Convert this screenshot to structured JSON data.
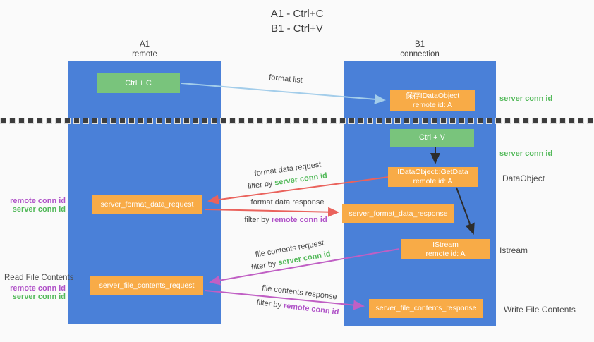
{
  "diagram": {
    "title_line1": "A1 - Ctrl+C",
    "title_line2": "B1 - Ctrl+V"
  },
  "lanes": {
    "left_name": "A1",
    "left_role": "remote",
    "right_name": "B1",
    "right_role": "connection"
  },
  "nodes": {
    "ctrl_c_label": "Ctrl + C",
    "ctrl_v_label": "Ctrl + V",
    "save_obj_line1": "保存IDataObject",
    "save_obj_line2": "remote id: A",
    "getdata_line1": "IDataObject::GetData",
    "getdata_line2": "remote id: A",
    "istream_line1": "IStream",
    "istream_line2": "remote id: A",
    "format_request_label": "server_format_data_request",
    "format_response_label": "server_format_data_response",
    "file_request_label": "server_file_contents_request",
    "file_response_label": "server_file_contents_response"
  },
  "annotations": {
    "server_conn_id_right_top": "server conn id",
    "server_conn_id_right_mid": "server conn id",
    "dataobject_label": "DataObject",
    "istream_label": "Istream",
    "write_file_label": "Write File Contents",
    "read_file_label": "Read File Contents",
    "left_mid_remote": "remote conn id",
    "left_mid_server": "server conn id",
    "left_bottom_remote": "remote conn id",
    "left_bottom_server": "server conn id"
  },
  "arrows": {
    "format_list": "format list",
    "format_data_request": "format data request",
    "format_data_response": "format data response",
    "file_contents_request": "file contents request",
    "file_contents_response": "file contents response",
    "filter_by": "filter by ",
    "server_conn_id": "server conn id",
    "remote_conn_id": "remote conn id"
  },
  "colors": {
    "lane_blue": "#4a80d8",
    "node_orange": "#f8ab47",
    "node_green": "#79c47c",
    "accent_green": "#53b95a",
    "accent_purple": "#b053c8",
    "arrow_red": "#ea625c",
    "arrow_magenta": "#c05fc4",
    "arrow_light_blue": "#a3cdea",
    "arrow_black": "#2d2d2d"
  }
}
